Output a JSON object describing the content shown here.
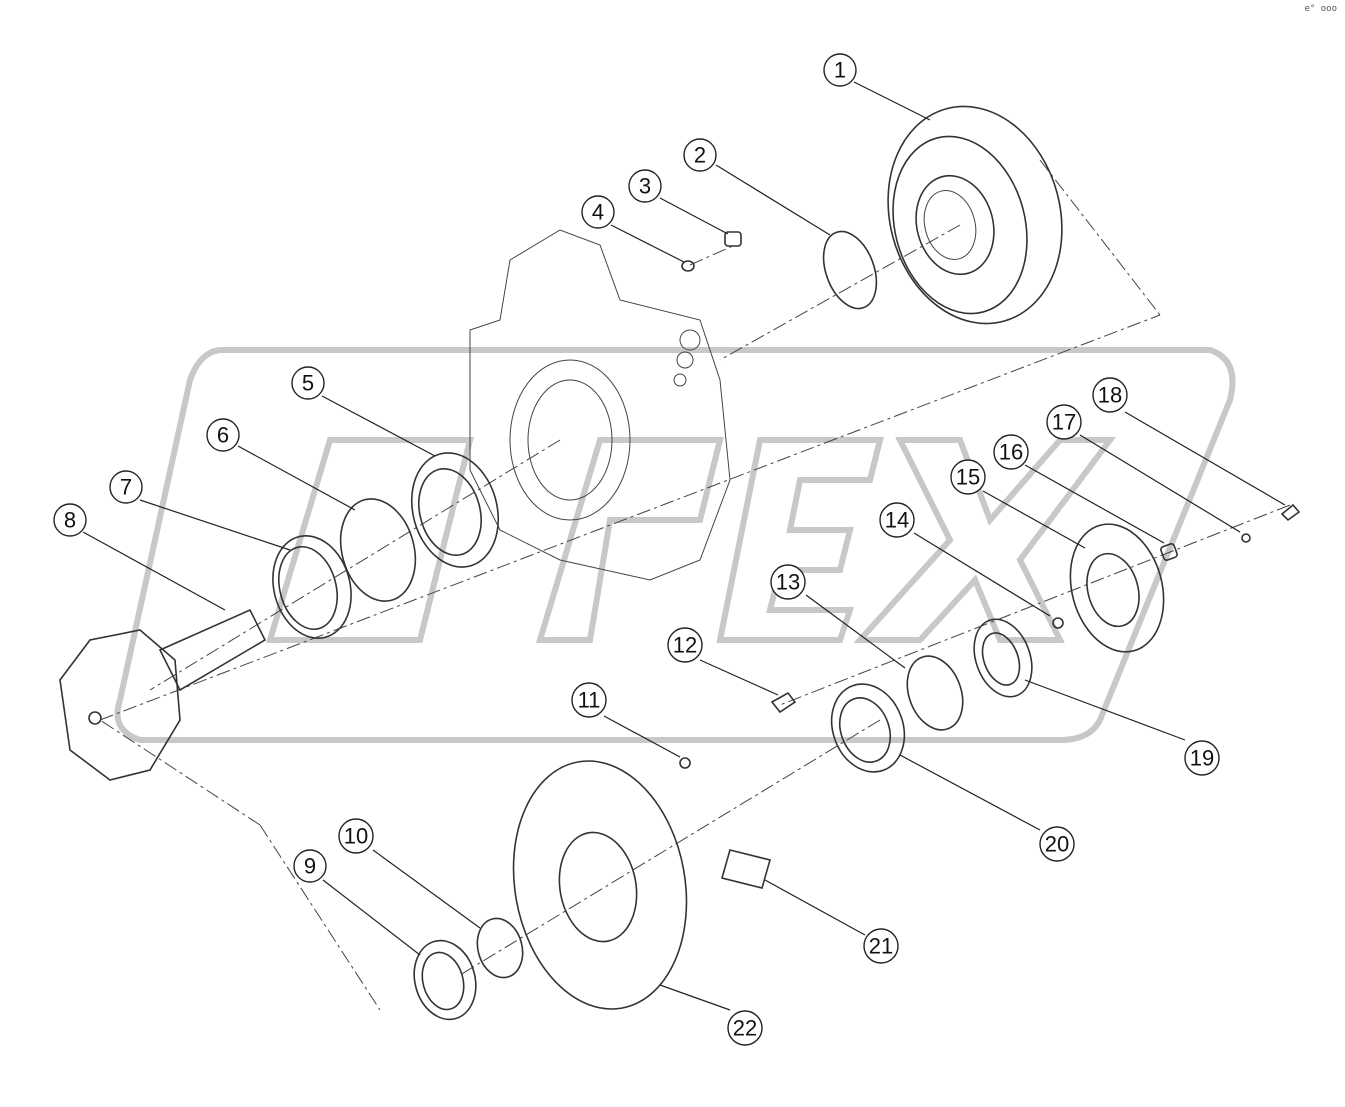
{
  "diagram": {
    "watermark": "OPEX",
    "corner_mark": "e° ooo",
    "callouts": [
      "1",
      "2",
      "3",
      "4",
      "5",
      "6",
      "7",
      "8",
      "9",
      "10",
      "11",
      "12",
      "13",
      "14",
      "15",
      "16",
      "17",
      "18",
      "19",
      "20",
      "21",
      "22"
    ]
  }
}
